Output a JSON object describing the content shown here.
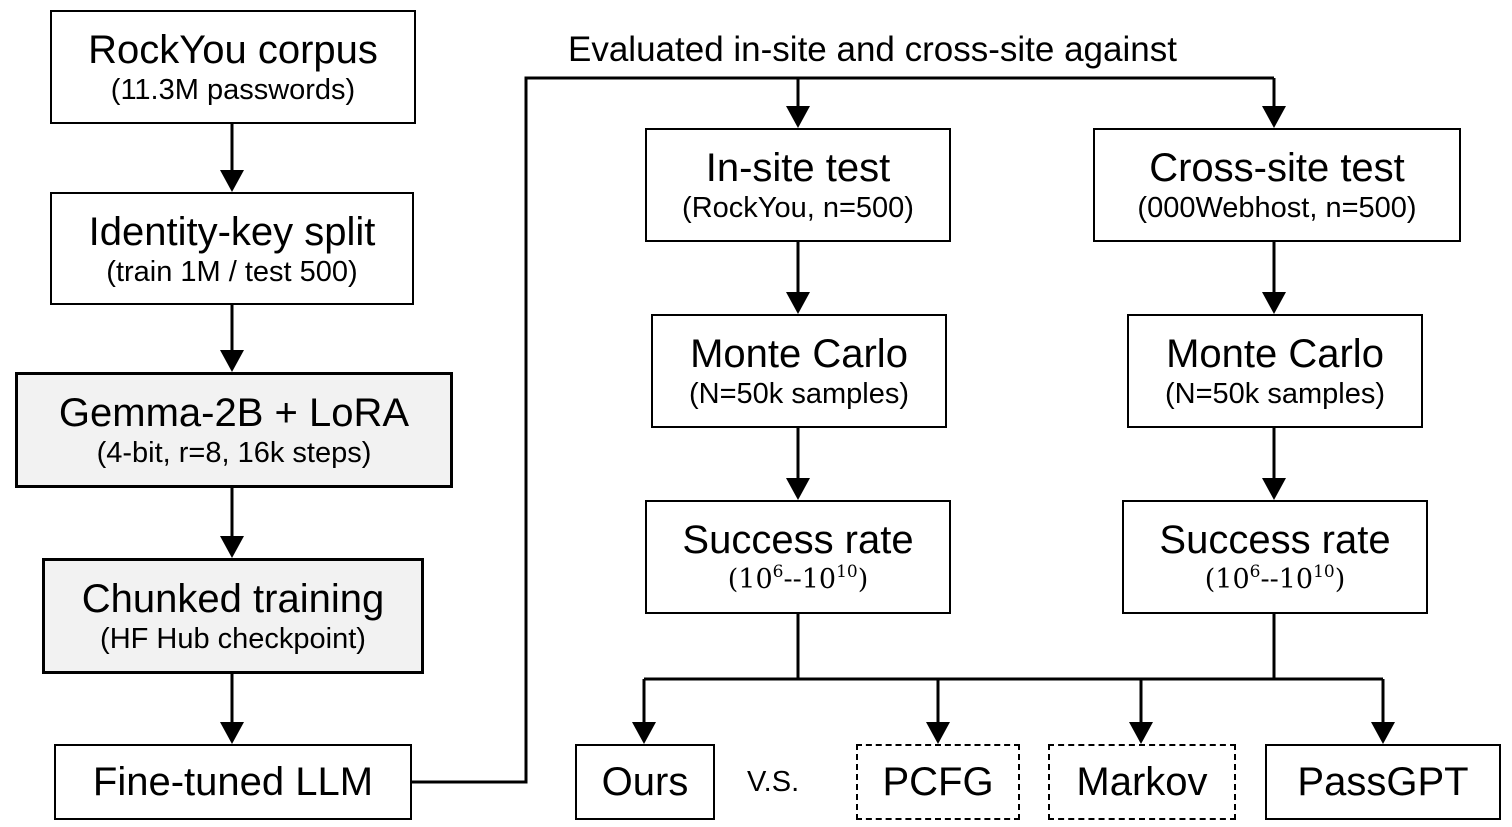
{
  "pipeline": {
    "corpus": {
      "title": "RockYou corpus",
      "detail": "(11.3M passwords)"
    },
    "split": {
      "title": "Identity-key split",
      "detail": "(train 1M / test 500)"
    },
    "model": {
      "title": "Gemma-2B + LoRA",
      "detail": "(4-bit, r=8, 16k steps)"
    },
    "chunked": {
      "title": "Chunked training",
      "detail": "(HF Hub checkpoint)"
    },
    "finetuned": {
      "title": "Fine-tuned LLM"
    }
  },
  "evaluation": {
    "caption": "Evaluated in-site and cross-site against",
    "in_site": {
      "test": {
        "title": "In-site test",
        "detail": "(RockYou, n=500)"
      },
      "monte_carlo": {
        "title": "Monte Carlo",
        "detail": "(N=50k samples)"
      },
      "success": {
        "title": "Success rate",
        "range": {
          "open": "(",
          "base1": "10",
          "exp1": "6",
          "sep": "--",
          "base2": "10",
          "exp2": "10",
          "close": ")"
        }
      }
    },
    "cross_site": {
      "test": {
        "title": "Cross-site test",
        "detail": "(000Webhost, n=500)"
      },
      "monte_carlo": {
        "title": "Monte Carlo",
        "detail": "(N=50k samples)"
      },
      "success": {
        "title": "Success rate",
        "range": {
          "open": "(",
          "base1": "10",
          "exp1": "6",
          "sep": "--",
          "base2": "10",
          "exp2": "10",
          "close": ")"
        }
      }
    }
  },
  "comparison": {
    "vs_label": "V.S.",
    "methods": [
      {
        "name": "Ours",
        "style": "solid"
      },
      {
        "name": "PCFG",
        "style": "dashed"
      },
      {
        "name": "Markov",
        "style": "dashed"
      },
      {
        "name": "PassGPT",
        "style": "solid"
      }
    ]
  }
}
